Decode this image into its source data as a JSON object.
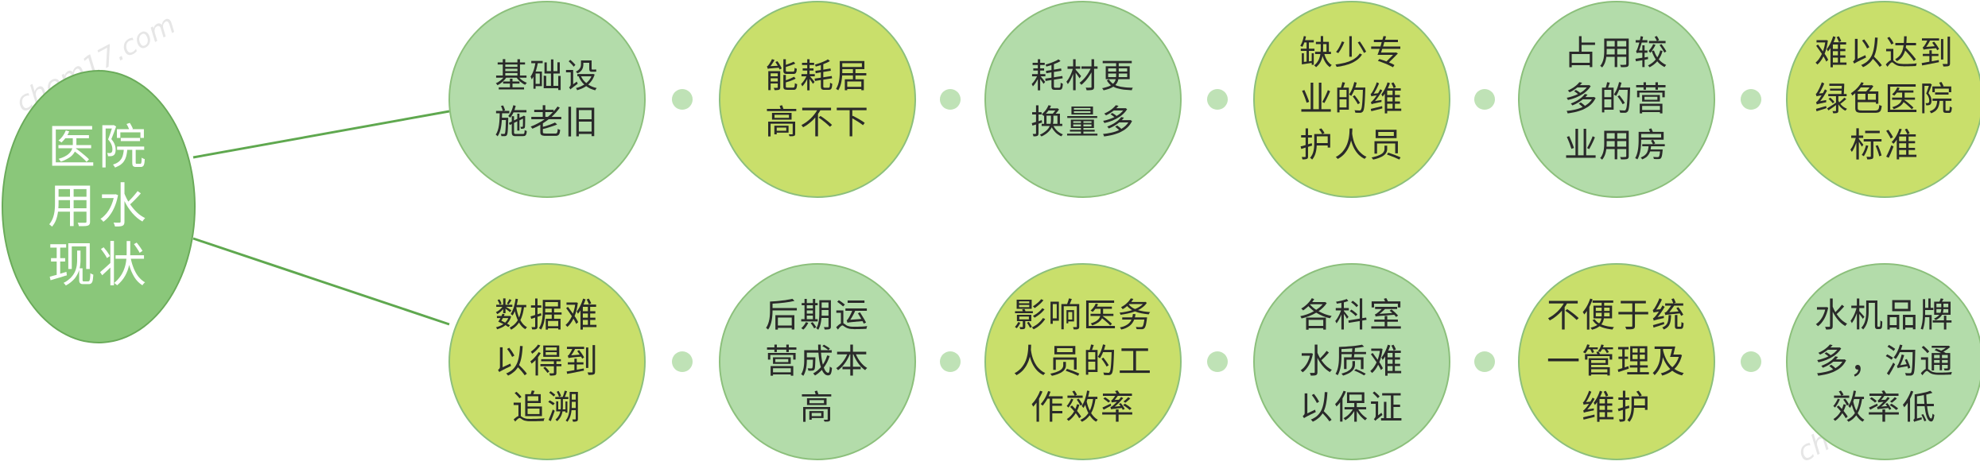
{
  "title": {
    "lines": [
      "医院",
      "用水",
      "现状"
    ]
  },
  "colors": {
    "main": "#8ac77a",
    "green_light": "#b3dcaa",
    "lime": "#c9df6b",
    "dot": "#bfe2b6",
    "line": "#5fa84f"
  },
  "rows": [
    {
      "items": [
        {
          "lines": [
            "基础设",
            "施老旧"
          ],
          "color": "green_light"
        },
        {
          "lines": [
            "能耗居",
            "高不下"
          ],
          "color": "lime"
        },
        {
          "lines": [
            "耗材更",
            "换量多"
          ],
          "color": "green_light"
        },
        {
          "lines": [
            "缺少专",
            "业的维",
            "护人员"
          ],
          "color": "lime"
        },
        {
          "lines": [
            "占用较",
            "多的营",
            "业用房"
          ],
          "color": "green_light"
        },
        {
          "lines": [
            "难以达到",
            "绿色医院",
            "标准"
          ],
          "color": "lime"
        }
      ]
    },
    {
      "items": [
        {
          "lines": [
            "数据难",
            "以得到",
            "追溯"
          ],
          "color": "lime"
        },
        {
          "lines": [
            "后期运",
            "营成本",
            "高"
          ],
          "color": "green_light"
        },
        {
          "lines": [
            "影响医务",
            "人员的工",
            "作效率"
          ],
          "color": "lime"
        },
        {
          "lines": [
            "各科室",
            "水质难",
            "以保证"
          ],
          "color": "green_light"
        },
        {
          "lines": [
            "不便于统",
            "一管理及",
            "维护"
          ],
          "color": "lime"
        },
        {
          "lines": [
            "水机品牌",
            "多，沟通",
            "效率低"
          ],
          "color": "green_light"
        }
      ]
    }
  ],
  "watermark": "chem17.com"
}
